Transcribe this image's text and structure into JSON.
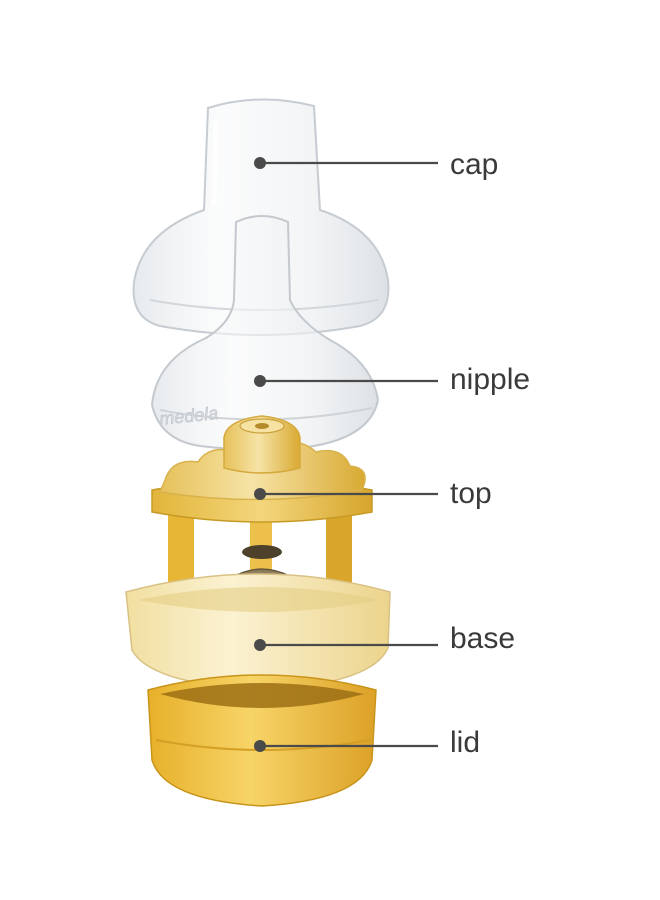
{
  "parts": [
    {
      "key": "cap",
      "label": "cap"
    },
    {
      "key": "nipple",
      "label": "nipple"
    },
    {
      "key": "top",
      "label": "top"
    },
    {
      "key": "base",
      "label": "base"
    },
    {
      "key": "lid",
      "label": "lid"
    }
  ],
  "colors": {
    "clear_plastic_stroke": "#c9cfd4",
    "clear_plastic_fill": "#eef1f3",
    "top_cream": "#f3e0a3",
    "top_yellow": "#e9c14a",
    "base_cream": "#f7ecc4",
    "lid_yellow": "#f0c23a",
    "lid_dark": "#c8941a",
    "valve_grey": "#8a7a5a",
    "callout": "#4a4a4a"
  },
  "embossed_text": "medela"
}
